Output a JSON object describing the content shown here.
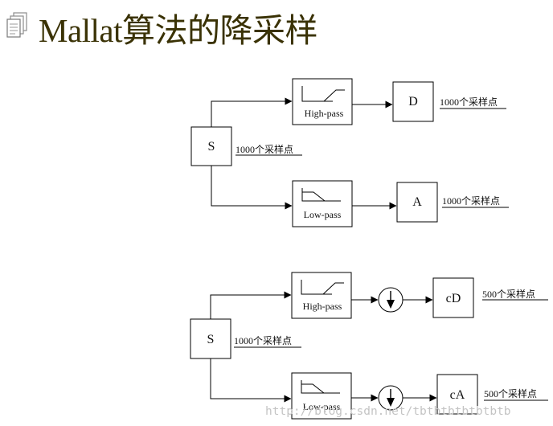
{
  "title": "Mallat算法的降采样",
  "top_diagram": {
    "source": "S",
    "source_note": "1000个采样点",
    "high_pass_label": "High-pass",
    "low_pass_label": "Low-pass",
    "detail_output": "D",
    "detail_note": "1000个采样点",
    "approx_output": "A",
    "approx_note": "1000个采样点"
  },
  "bottom_diagram": {
    "source": "S",
    "source_note": "1000个采样点",
    "high_pass_label": "High-pass",
    "low_pass_label": "Low-pass",
    "downsample_symbol": "downsample-arrow-icon",
    "detail_output": "cD",
    "detail_note": "500个采样点",
    "approx_output": "cA",
    "approx_note": "500个采样点"
  },
  "watermark": "http://blog.csdn.net/tbtbtbtbtbtbtb",
  "colors": {
    "title": "#3a3205",
    "stroke": "#000000",
    "watermark": "#c4c4c4"
  }
}
